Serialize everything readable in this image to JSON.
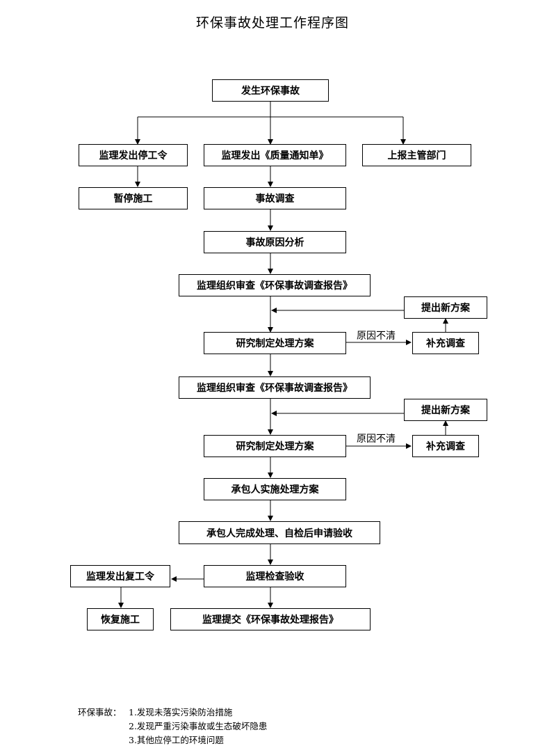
{
  "title": "环保事故处理工作程序图",
  "nodes": {
    "start": "发生环保事故",
    "stop_order": "监理发出停工令",
    "quality_notice": "监理发出《质量通知单》",
    "report_dept": "上报主管部门",
    "suspend": "暂停施工",
    "investigate": "事故调查",
    "cause_analysis": "事故原因分析",
    "review_report_1": "监理组织审查《环保事故调查报告》",
    "new_plan_1": "提出新方案",
    "plan_1": "研究制定处理方案",
    "supplement_1": "补充调查",
    "review_report_2": "监理组织审查《环保事故调查报告》",
    "new_plan_2": "提出新方案",
    "plan_2": "研究制定处理方案",
    "supplement_2": "补充调查",
    "contractor_implement": "承包人实施处理方案",
    "contractor_complete": "承包人完成处理、自检后申请验收",
    "inspect": "监理检查验收",
    "resume_order": "监理发出复工令",
    "resume": "恢复施工",
    "submit_report": "监理提交《环保事故处理报告》"
  },
  "edge_labels": {
    "unclear_1": "原因不清",
    "unclear_2": "原因不清"
  },
  "notes": {
    "heading": "环保事故：",
    "items": [
      "1.发现未落实污染防治措施",
      "2.发现严重污染事故或生态破坏隐患",
      "3.其他应停工的环境问题"
    ]
  }
}
